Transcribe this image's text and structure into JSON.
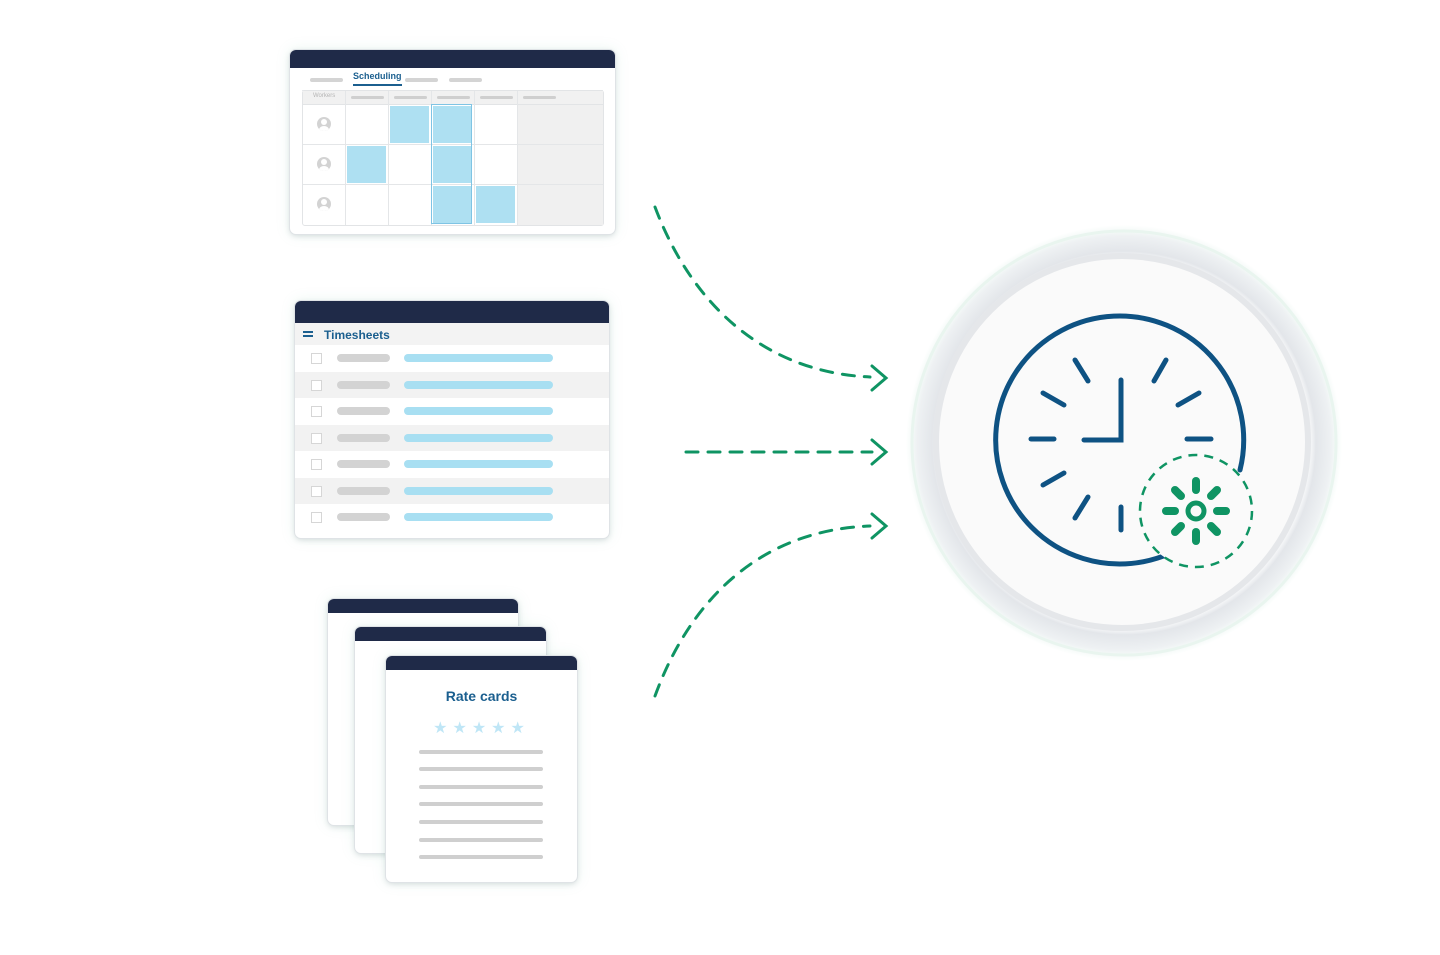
{
  "scheduling": {
    "active_tab": "Scheduling",
    "column_header_first": "Workers",
    "rows": 3,
    "filled_cells": [
      [
        0,
        2
      ],
      [
        0,
        3
      ],
      [
        1,
        1
      ],
      [
        1,
        3
      ],
      [
        2,
        3
      ],
      [
        2,
        4
      ]
    ],
    "highlighted_column": 3
  },
  "timesheets": {
    "title": "Timesheets",
    "menu_icon": "hamburger-icon",
    "row_count": 7
  },
  "rate_cards": {
    "title": "Rate cards",
    "stars": "★★★★★",
    "line_count": 7,
    "stack_count": 3
  },
  "flow": {
    "arrow_count": 3,
    "target_icon": "clock-with-gear-icon"
  },
  "colors": {
    "navy_header": "#1f2a48",
    "brand_blue": "#1b5f8f",
    "clock_blue": "#0e5283",
    "green_accent": "#0f9463",
    "cell_blue": "#aee0f2"
  }
}
